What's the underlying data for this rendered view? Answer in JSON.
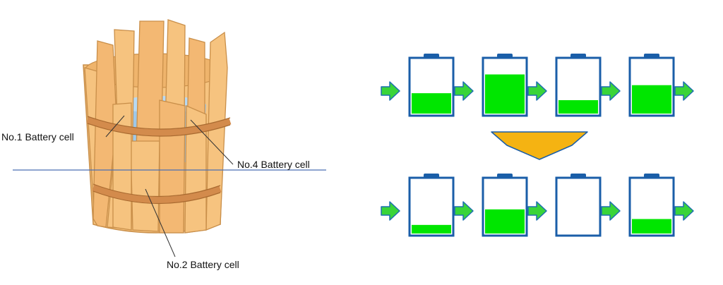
{
  "labels": {
    "cell1": "No.1 Battery cell",
    "cell4": "No.4 Battery cell",
    "cell2": "No.2 Battery cell"
  },
  "battery_rows": {
    "before": [
      0.38,
      0.73,
      0.25,
      0.53
    ],
    "after": [
      0.16,
      0.45,
      0.0,
      0.27
    ]
  },
  "colors": {
    "wood": "#f6c37f",
    "wood_dark": "#c98f4a",
    "band": "#d38b4c",
    "water": "#9ec8e9",
    "battery_fill": "#00e600",
    "battery_outline": "#1a5ea8",
    "arrow_fill": "#39d439",
    "arrow_outline": "#1d6fb0",
    "down_arrow": "#f5b312"
  }
}
